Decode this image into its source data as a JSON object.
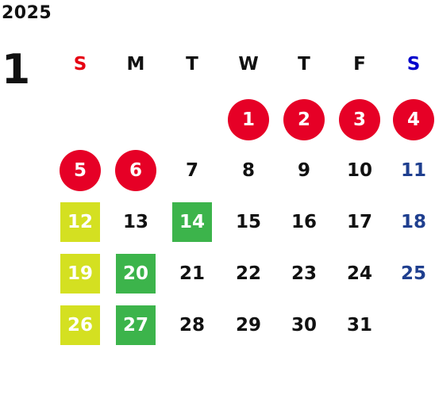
{
  "calendar": {
    "year": "2025",
    "month": "1",
    "weekdays": [
      {
        "label": "S",
        "color": "#e60012"
      },
      {
        "label": "M",
        "color": "#111111"
      },
      {
        "label": "T",
        "color": "#111111"
      },
      {
        "label": "W",
        "color": "#111111"
      },
      {
        "label": "T",
        "color": "#111111"
      },
      {
        "label": "F",
        "color": "#111111"
      },
      {
        "label": "S",
        "color": "#0000cc"
      }
    ],
    "first_weekday_index": 3,
    "days": [
      {
        "label": "1",
        "style": "circle",
        "bg": "#e60026",
        "color": "#ffffff"
      },
      {
        "label": "2",
        "style": "circle",
        "bg": "#e60026",
        "color": "#ffffff"
      },
      {
        "label": "3",
        "style": "circle",
        "bg": "#e60026",
        "color": "#ffffff"
      },
      {
        "label": "4",
        "style": "circle",
        "bg": "#e60026",
        "color": "#ffffff"
      },
      {
        "label": "5",
        "style": "circle",
        "bg": "#e60026",
        "color": "#ffffff"
      },
      {
        "label": "6",
        "style": "circle",
        "bg": "#e60026",
        "color": "#ffffff"
      },
      {
        "label": "7",
        "style": "plain",
        "color": "#111111"
      },
      {
        "label": "8",
        "style": "plain",
        "color": "#111111"
      },
      {
        "label": "9",
        "style": "plain",
        "color": "#111111"
      },
      {
        "label": "10",
        "style": "plain",
        "color": "#111111"
      },
      {
        "label": "11",
        "style": "plain",
        "color": "#1f3f8f"
      },
      {
        "label": "12",
        "style": "square",
        "bg": "#d4e021",
        "color": "#ffffff"
      },
      {
        "label": "13",
        "style": "plain",
        "color": "#111111"
      },
      {
        "label": "14",
        "style": "square",
        "bg": "#3cb44b",
        "color": "#ffffff"
      },
      {
        "label": "15",
        "style": "plain",
        "color": "#111111"
      },
      {
        "label": "16",
        "style": "plain",
        "color": "#111111"
      },
      {
        "label": "17",
        "style": "plain",
        "color": "#111111"
      },
      {
        "label": "18",
        "style": "plain",
        "color": "#1f3f8f"
      },
      {
        "label": "19",
        "style": "square",
        "bg": "#d4e021",
        "color": "#ffffff"
      },
      {
        "label": "20",
        "style": "square",
        "bg": "#3cb44b",
        "color": "#ffffff"
      },
      {
        "label": "21",
        "style": "plain",
        "color": "#111111"
      },
      {
        "label": "22",
        "style": "plain",
        "color": "#111111"
      },
      {
        "label": "23",
        "style": "plain",
        "color": "#111111"
      },
      {
        "label": "24",
        "style": "plain",
        "color": "#111111"
      },
      {
        "label": "25",
        "style": "plain",
        "color": "#1f3f8f"
      },
      {
        "label": "26",
        "style": "square",
        "bg": "#d4e021",
        "color": "#ffffff"
      },
      {
        "label": "27",
        "style": "square",
        "bg": "#3cb44b",
        "color": "#ffffff"
      },
      {
        "label": "28",
        "style": "plain",
        "color": "#111111"
      },
      {
        "label": "29",
        "style": "plain",
        "color": "#111111"
      },
      {
        "label": "30",
        "style": "plain",
        "color": "#111111"
      },
      {
        "label": "31",
        "style": "plain",
        "color": "#111111"
      }
    ]
  }
}
